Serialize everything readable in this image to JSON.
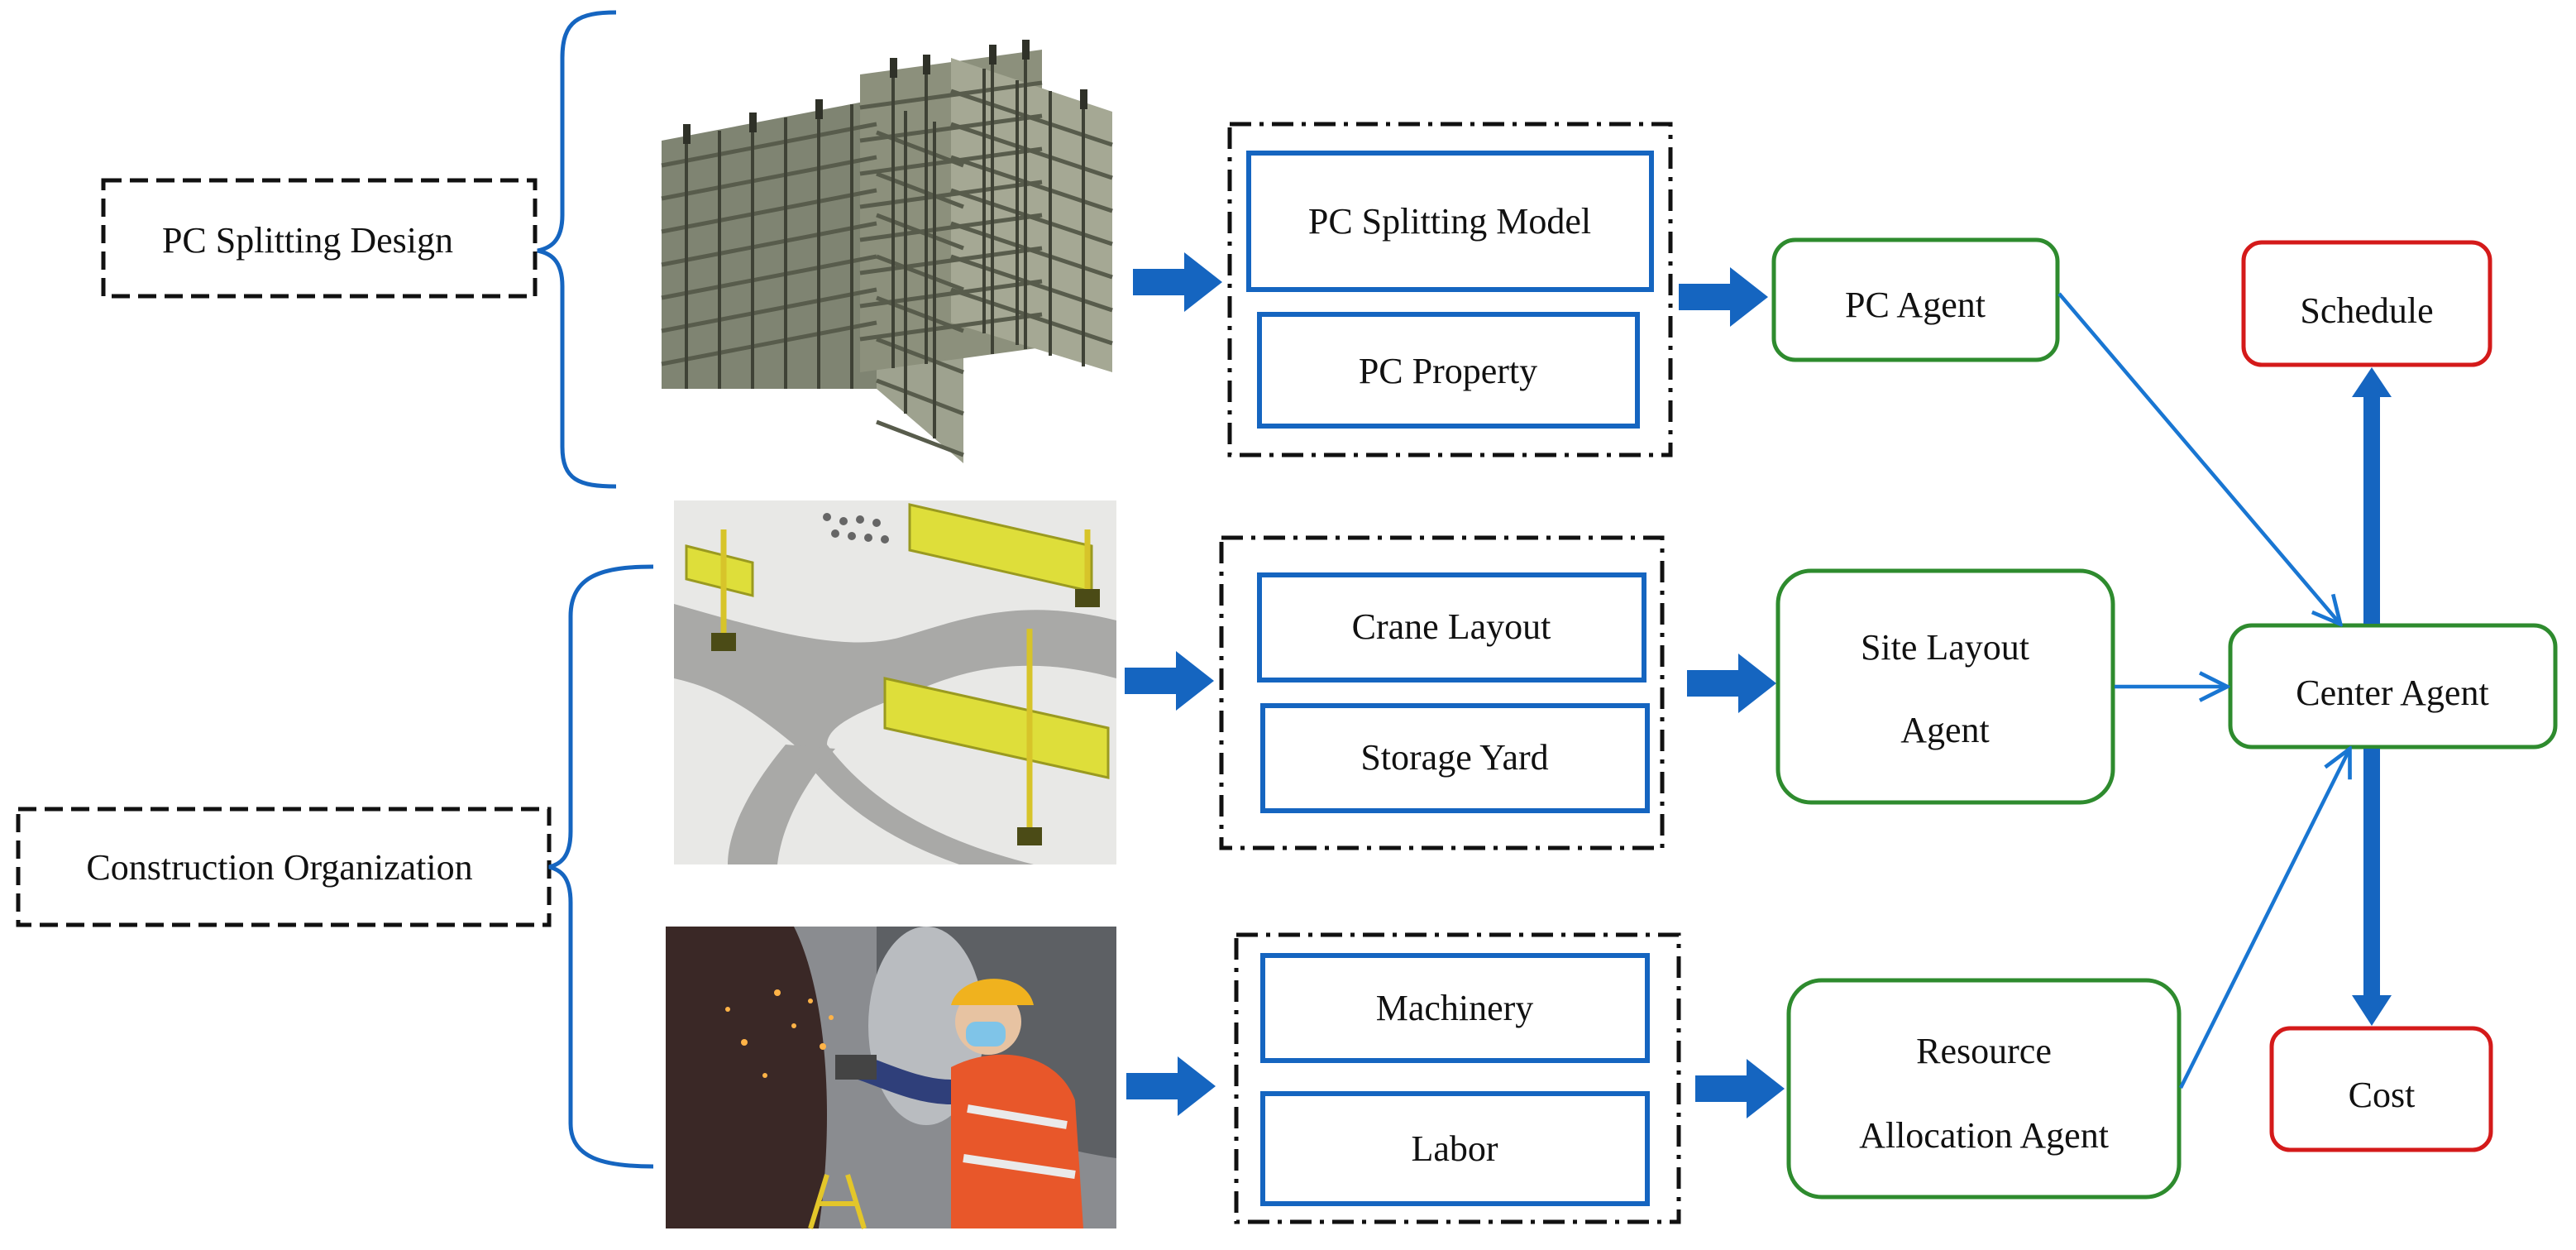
{
  "categories": {
    "pc_splitting_design": "PC Splitting Design",
    "construction_organization": "Construction Organization"
  },
  "groups": {
    "pc": {
      "item1": "PC Splitting Model",
      "item2": "PC Property"
    },
    "site": {
      "item1": "Crane Layout",
      "item2": "Storage Yard"
    },
    "resource": {
      "item1": "Machinery",
      "item2": "Labor"
    }
  },
  "agents": {
    "pc": {
      "line1": "PC Agent"
    },
    "site": {
      "line1": "Site Layout",
      "line2": "Agent"
    },
    "resource": {
      "line1": "Resource",
      "line2": "Allocation Agent"
    },
    "center": {
      "line1": "Center Agent"
    }
  },
  "outputs": {
    "schedule": "Schedule",
    "cost": "Cost"
  },
  "images": {
    "building": "building-frame-model-image",
    "site": "site-layout-render-image",
    "worker": "welding-worker-photo"
  },
  "colors": {
    "process_box": "#1565c0",
    "agent_box": "#2e8b2e",
    "output_box": "#d41a1a",
    "arrow": "#1976d2"
  }
}
